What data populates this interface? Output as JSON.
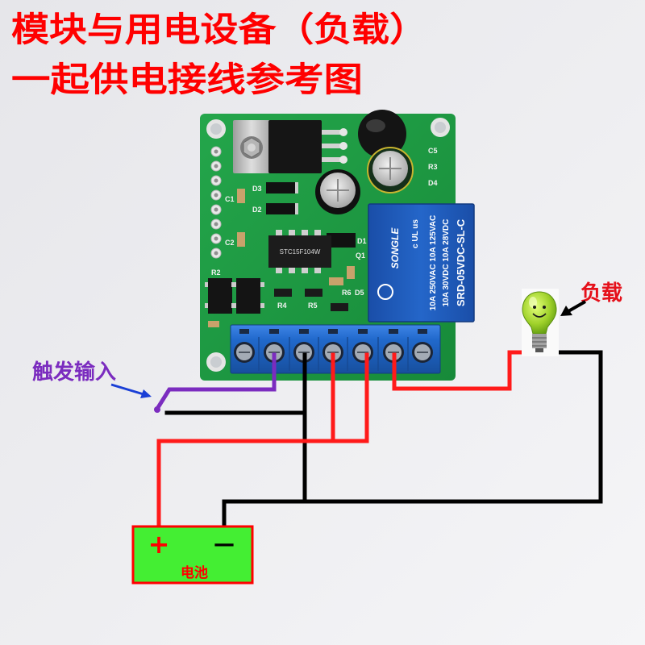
{
  "title": {
    "line1": "模块与用电设备（负载）",
    "line2": "一起供电接线参考图"
  },
  "labels": {
    "load": "负载",
    "trigger_input": "触发输入"
  },
  "battery": {
    "label": "电池",
    "plus": "+",
    "minus": "—"
  },
  "relay": {
    "brand": "SONGLE",
    "cert": "c UL us",
    "model": "SRD-05VDC-SL-C",
    "rating_ac": "10A 250VAC  10A 125VAC",
    "rating_dc": "10A 30VDC  10A 28VDC"
  },
  "chip": {
    "marking": "STC15F104W"
  },
  "silkscreen": {
    "c5": "C5",
    "r3": "R3",
    "d4": "D4",
    "d3": "D3",
    "d2": "D2",
    "c1": "C1",
    "c2": "C2",
    "r2": "R2",
    "q1": "Q1",
    "d1": "D1",
    "r4": "R4",
    "r5": "R5",
    "r6": "R6",
    "d5": "D5"
  },
  "icons": {
    "load": "light-bulb-icon",
    "trigger": "switch-icon",
    "pointer": "arrow-icon"
  },
  "colors": {
    "title": "#ff0000",
    "trigger": "#7b2cbf",
    "load": "#e5101a",
    "battery-fill": "#44ee33",
    "battery-border": "#ff0000",
    "wire-pos": "#ff1a1a",
    "wire-neg": "#000000",
    "wire-trig": "#7b2cbf",
    "board": "#1f9a43",
    "relay": "#1d57b8",
    "terminal": "#1f63c2"
  }
}
